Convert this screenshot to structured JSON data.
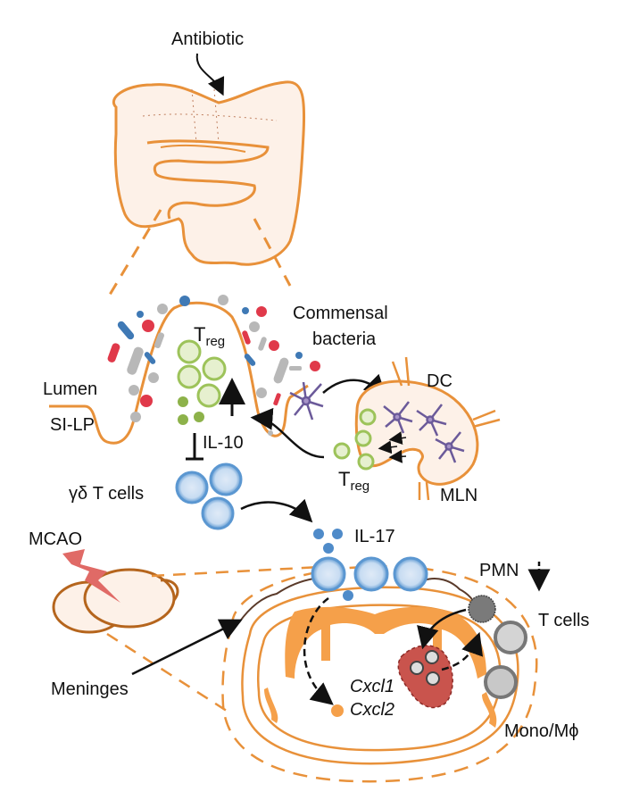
{
  "labels": {
    "antibiotic": "Antibiotic",
    "commensal_line1": "Commensal",
    "commensal_line2": "bacteria",
    "lumen": "Lumen",
    "si_lp": "SI-LP",
    "treg_gut_main": "T",
    "treg_gut_sub": "reg",
    "il10": "IL-10",
    "dc": "DC",
    "treg_mln_main": "T",
    "treg_mln_sub": "reg",
    "mln": "MLN",
    "gd_tcells": "γδ T cells",
    "il17": "IL-17",
    "mcao": "MCAO",
    "meninges": "Meninges",
    "pmn": "PMN",
    "t_cells": "T cells",
    "cxcl1": "Cxcl1",
    "cxcl2": "Cxcl2",
    "mono": "Mono/Mϕ"
  },
  "colors": {
    "organ_stroke": "#e8913a",
    "organ_fill": "#fdf1e8",
    "brain_orange": "#f5a04a",
    "treg_green": "#9dc35a",
    "gd_blue": "#5b97d1",
    "bacteria_red": "#e0394a",
    "bacteria_blue": "#3f79b5",
    "bacteria_gray": "#b8b8b8",
    "dc_purple": "#6b5a9a",
    "infarct": "#c9544d",
    "bolt": "#e06a66"
  }
}
